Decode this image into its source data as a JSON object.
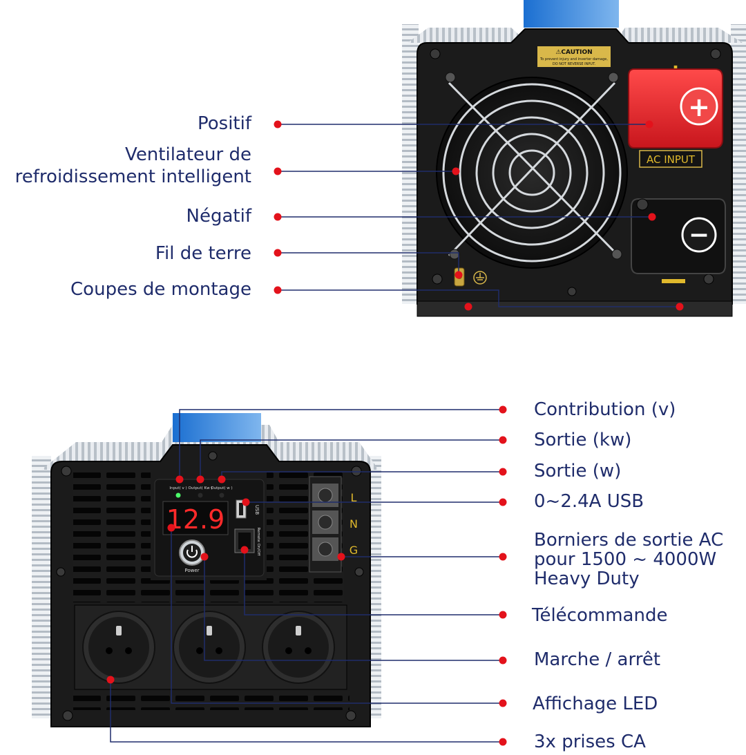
{
  "top_labels": {
    "positive": "Positif",
    "fan_line1": "Ventilateur de",
    "fan_line2": "refroidissement intelligent",
    "negative": "Négatif",
    "ground": "Fil de terre",
    "mounting": "Coupes de montage"
  },
  "top_device": {
    "caution_title": "⚠CAUTION",
    "caution_line1": "To prevent injury and inverter damage,",
    "caution_line2": "DO NOT REVERSE INPUT.",
    "ac_input": "AC INPUT",
    "plus_sign": "+",
    "minus_sign": "−"
  },
  "bottom_labels": {
    "input_v": "Contribution (v)",
    "output_kw": "Sortie (kw)",
    "output_w": "Sortie (w)",
    "usb": "0~2.4A USB",
    "terminals_line1": "Borniers de sortie AC",
    "terminals_line2": "pour 1500 ~ 4000W",
    "terminals_line3": "Heavy Duty",
    "remote": "Télécommande",
    "power_onoff": "Marche / arrêt",
    "led_display": "Affichage LED",
    "outlets": "3x prises CA"
  },
  "bottom_device": {
    "led_value": "12.9",
    "ind_input": "Input( v )",
    "ind_kw": "Output( Kw )",
    "ind_w": "Output( w )",
    "usb_tag": "USB",
    "remote_tag": "Remote On/Off",
    "power_tag": "Power",
    "term_l": "L",
    "term_n": "N",
    "term_g": "G"
  },
  "colors": {
    "label_text": "#1f2c6b",
    "leader_line": "#1f2c6b",
    "dot": "#e3121b",
    "housing": "#1a1a1a",
    "fin_silver": "#c9cfd6",
    "positive_cap": "#e8252b",
    "led_red": "#ff2a2a",
    "brand_blue": "#1b6fd1"
  }
}
